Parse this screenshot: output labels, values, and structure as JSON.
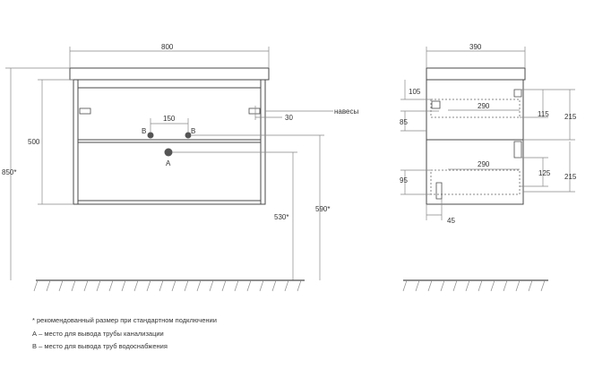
{
  "dimensions": {
    "front_width": "800",
    "side_depth": "390",
    "total_height": "850*",
    "body_height": "500",
    "pipe_spacing": "150",
    "hinge_offset": "30",
    "drain_height": "530*",
    "supply_height": "590*",
    "top_gap": "105",
    "drawer_depth_top": "290",
    "drawer_depth_bottom": "290",
    "hinge_height": "85",
    "top_drawer_height": "115",
    "top_section_height": "215",
    "bottom_drawer_height": "125",
    "bottom_section_height": "215",
    "bottom_gap": "95",
    "back_offset": "45"
  },
  "labels": {
    "hinges": "навесы",
    "point_a": "A",
    "point_b_left": "B",
    "point_b_right": "B"
  },
  "notes": {
    "recommended": "* рекомендованный размер при стандартном подключении",
    "a_desc": "А – место для вывода трубы канализации",
    "b_desc": "В – место для вывода труб водоснабжения"
  },
  "colors": {
    "line": "#4a4a4a",
    "dim_line": "#888888",
    "pipe_point": "#555555"
  }
}
